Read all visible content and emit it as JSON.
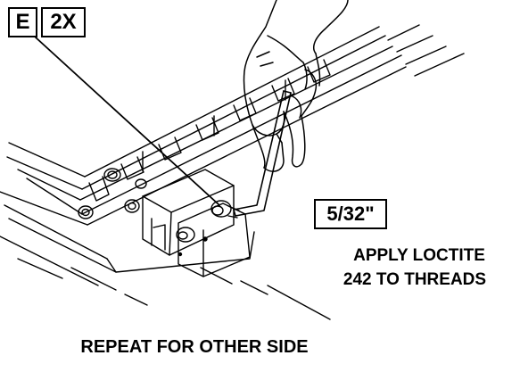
{
  "callout": {
    "part_letter": "E",
    "quantity": "2X"
  },
  "tool": {
    "hex_key_size": "5/32\""
  },
  "notes": {
    "loctite_line_1": "APPLY LOCTITE",
    "loctite_line_2": "242 TO THREADS",
    "repeat": "REPEAT FOR OTHER SIDE"
  },
  "colors": {
    "ink": "#000000",
    "paper": "#ffffff"
  },
  "icons": {
    "hand": "hand-icon",
    "hex_key": "hex-key-icon",
    "screw": "screw-icon"
  }
}
